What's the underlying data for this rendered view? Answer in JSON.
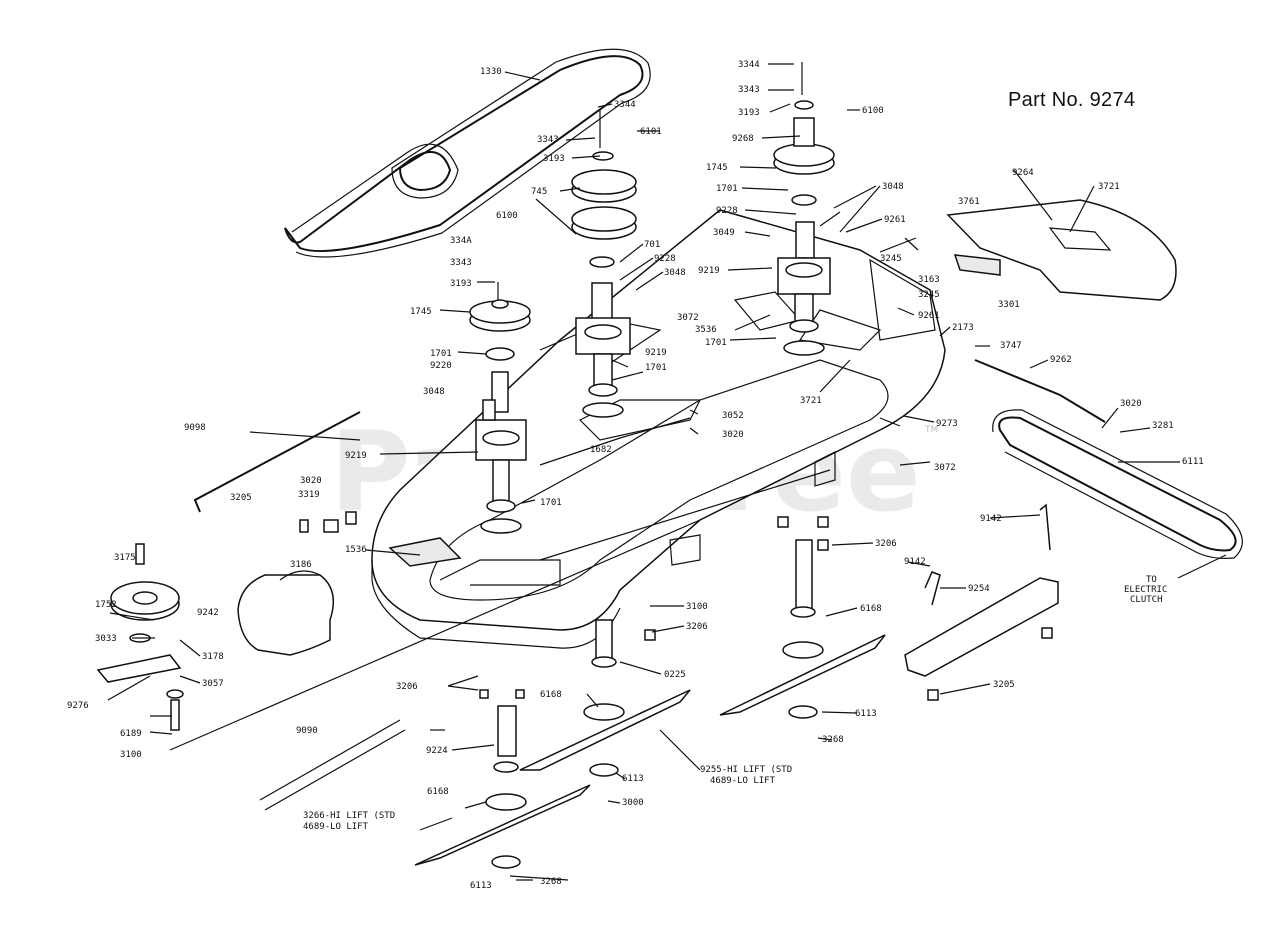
{
  "title": "Part No. 9274",
  "watermark": "PartsTree",
  "watermark_tm": "TM",
  "to_electric_clutch": [
    "TO",
    "ELECTRIC",
    "CLUTCH"
  ],
  "labels": {
    "l1300": "1330",
    "l3344a": "3344",
    "l3343a": "3343",
    "l3193a": "3193",
    "l6101": "6101",
    "l745": "745",
    "l6100a": "6100",
    "l701": "701",
    "l9228a": "9228",
    "l3048a": "3048",
    "l3344b": "334A",
    "l3343b": "3343",
    "l3193b": "3193",
    "l1745a": "1745",
    "l3072a": "3072",
    "l3536": "3536",
    "l9219a": "9219",
    "l1701a": "1701",
    "l1701b": "1701",
    "l9220": "9220",
    "l3048b": "3048",
    "l9098": "9098",
    "l9219b": "9219",
    "l3020a": "3020",
    "l3319": "3319",
    "l3205a": "3205",
    "l1536": "1536",
    "l3186": "3186",
    "l1682": "1682",
    "l1701c": "1701",
    "l3052": "3052",
    "l3020b": "3020",
    "l3175": "3175",
    "l1752": "1752",
    "l9242": "9242",
    "l3033": "3033",
    "l3178": "3178",
    "l3057": "3057",
    "l9276": "9276",
    "l6189": "6189",
    "l3100a": "3100",
    "l9090": "9090",
    "l3206a": "3206",
    "l9224": "9224",
    "l6168a": "6168",
    "l6168b": "6168",
    "l6113a": "6113",
    "l3000": "3000",
    "l3266a": "3266-HI LIFT (STD",
    "l4689a": "4689-LO LIFT",
    "l6113b": "6113",
    "l3268a": "3268",
    "l3100b": "3100",
    "l3206b": "3206",
    "l0225": "0225",
    "l6168c": "6168",
    "l3255": "9255-HI LIFT (STD",
    "l4689b": "4689-LO LIFT",
    "l6113c": "6113",
    "l3268b": "3268",
    "l3205b": "3205",
    "l3344c": "3344",
    "l3343c": "3343",
    "l3193c": "3193",
    "l6100b": "6100",
    "l9268": "9268",
    "l1745b": "1745",
    "l1701d": "1701",
    "l3048c": "3048",
    "l9228b": "9228",
    "l3049": "3049",
    "l9261a": "9261",
    "l9219c": "9219",
    "l3761": "3761",
    "l9264": "9264",
    "l3721a": "3721",
    "l3245a": "3245",
    "l3163": "3163",
    "l3245b": "3245",
    "l3301": "3301",
    "l9261b": "9261",
    "l2173": "2173",
    "l3747": "3747",
    "l9262": "9262",
    "l3721b": "3721",
    "l9273": "9273",
    "l3072b": "3072",
    "l3020c": "3020",
    "l3281": "3281",
    "l6111": "6111",
    "l9142a": "9142",
    "l3206c": "3206",
    "l9142b": "9142",
    "l9254": "9254",
    "l3205c": "3205",
    "l1701e": "1701"
  }
}
